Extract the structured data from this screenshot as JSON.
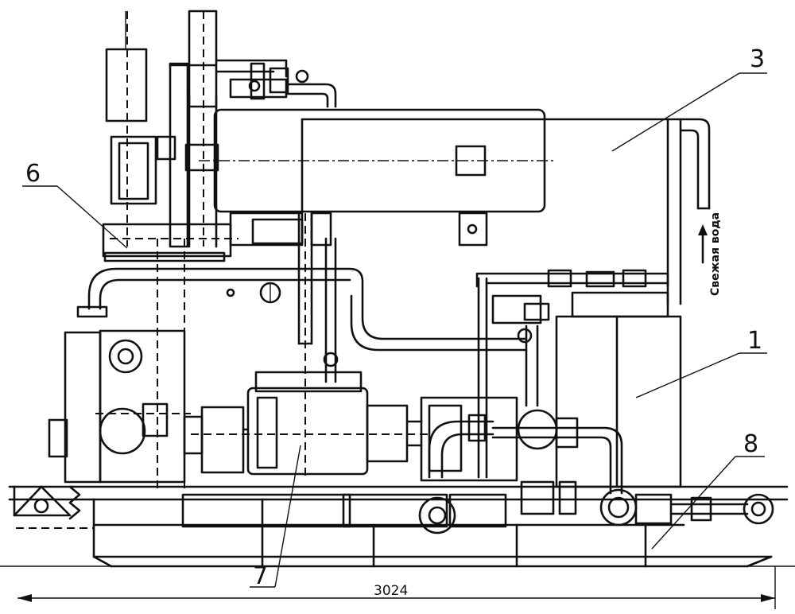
{
  "callouts": {
    "c1": "1",
    "c3": "3",
    "c6": "6",
    "c7": "7",
    "c8": "8"
  },
  "dimension": "3024",
  "side_note": "Свежая вода",
  "colors": {
    "ink": "#111111",
    "paper": "#ffffff"
  }
}
